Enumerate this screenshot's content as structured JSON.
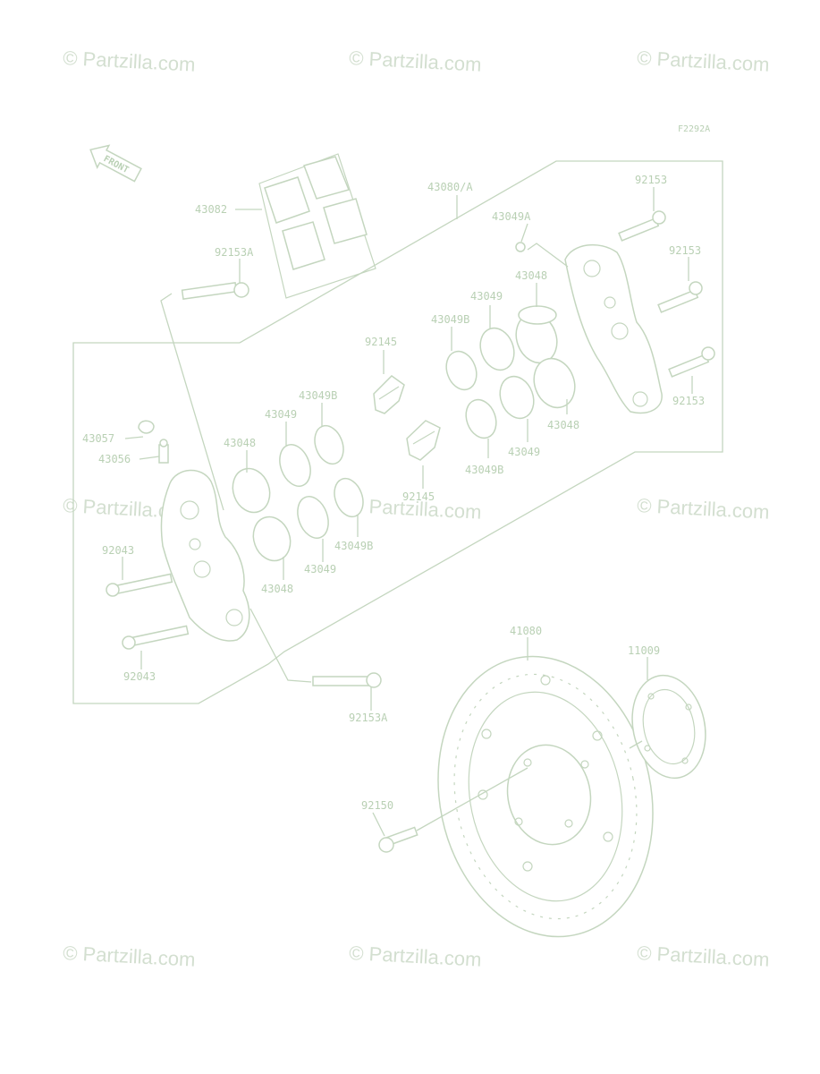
{
  "figure_code": "F2292A",
  "front_label": "FRONT",
  "watermark": "© Partzilla.com",
  "labels": {
    "l43082": "43082",
    "l43080A": "43080/A",
    "l43049A": "43049A",
    "l92153a": "92153",
    "l92153b": "92153",
    "l92153c": "92153",
    "l92153A_top": "92153A",
    "l43048_r1": "43048",
    "l43049_r1": "43049",
    "l43049B_r1": "43049B",
    "l92145_a": "92145",
    "l43049B_m": "43049B",
    "l43049_m": "43049",
    "l43048_m": "43048",
    "l43057": "43057",
    "l43056": "43056",
    "l43048_l": "43048",
    "l43049_r2": "43049",
    "l43049B_r2": "43049B",
    "l43049_b": "43049",
    "l43049B_b": "43049B",
    "l92145_b": "92145",
    "l43048_b": "43048",
    "l92043_a": "92043",
    "l92043_b": "92043",
    "l92153A_bot": "92153A",
    "l41080": "41080",
    "l11009": "11009",
    "l92150": "92150"
  },
  "colors": {
    "line": "#c4d6bf",
    "text": "#b9d0b4",
    "watermark": "#d3dfd0"
  }
}
